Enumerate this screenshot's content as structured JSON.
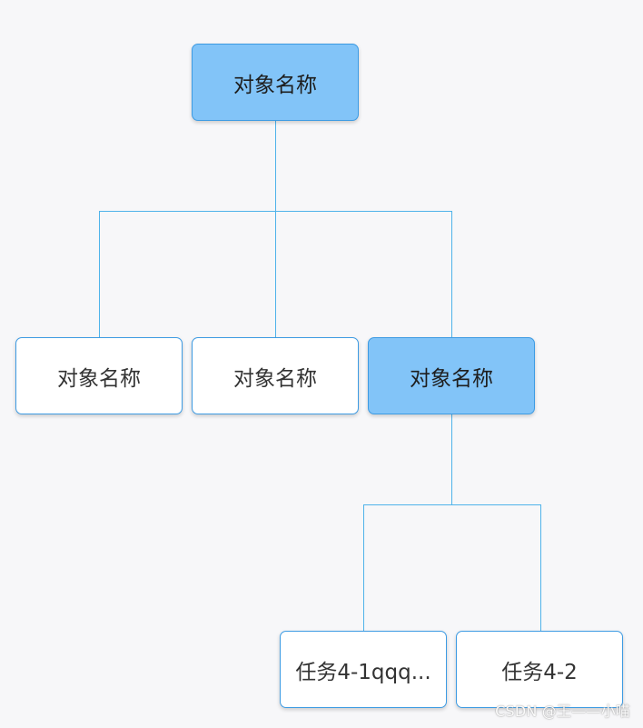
{
  "tree": {
    "root": {
      "label": "对象名称",
      "selected": true,
      "children": [
        {
          "label": "对象名称",
          "selected": false,
          "children": []
        },
        {
          "label": "对象名称",
          "selected": false,
          "children": []
        },
        {
          "label": "对象名称",
          "selected": true,
          "children": [
            {
              "label": "任务4-1qqq...",
              "selected": false,
              "children": []
            },
            {
              "label": "任务4-2",
              "selected": false,
              "children": []
            }
          ]
        }
      ]
    }
  },
  "colors": {
    "node_border": "#3d9be3",
    "node_fill": "#ffffff",
    "node_selected_fill": "#82c4f8",
    "connector": "#4fb3ea",
    "background": "#f7f7f9"
  },
  "watermark": "CSDN @王——小喵"
}
